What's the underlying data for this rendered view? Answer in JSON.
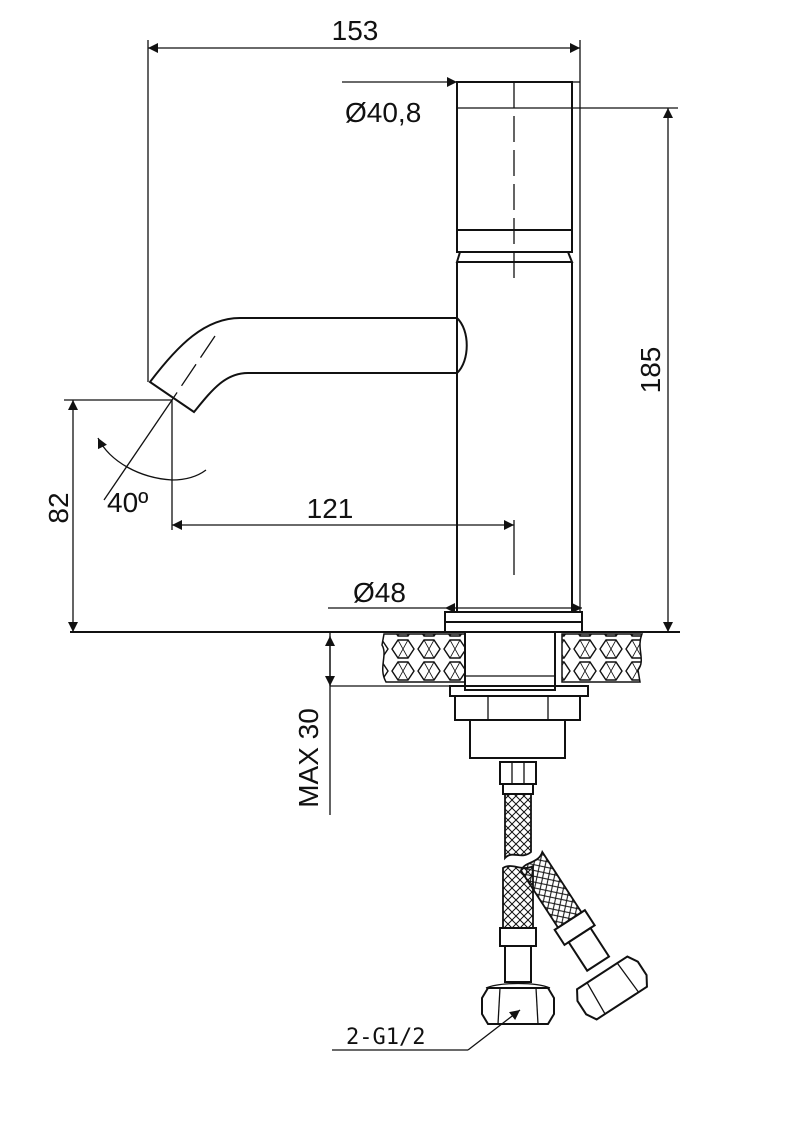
{
  "dimensions": {
    "overall_width": "153",
    "aerator_diameter": "Ø40,8",
    "overall_height": "185",
    "spout_height": "82",
    "spout_angle": "40º",
    "spout_reach": "121",
    "base_diameter": "Ø48",
    "max_counter_thickness": "MAX 30"
  },
  "connection_label": "2-G1/2"
}
